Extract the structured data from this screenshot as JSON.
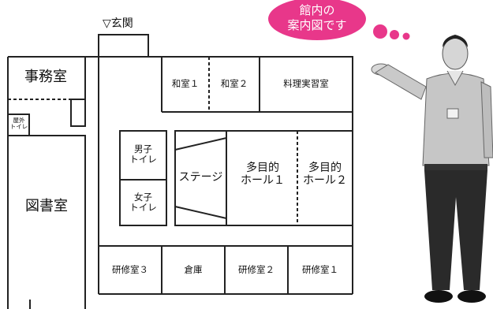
{
  "entrance_label": "▽玄関",
  "rooms": {
    "office": "事務室",
    "outdoor_toilet": "屋外\nトイレ",
    "library": "図書室",
    "japanese_room_1": "和室１",
    "japanese_room_2": "和室２",
    "cooking_room": "料理実習室",
    "mens_toilet": "男子\nトイレ",
    "womens_toilet": "女子\nトイレ",
    "stage": "ステージ",
    "hall_1": "多目的\nホール１",
    "hall_2": "多目的\nホール２",
    "training_room_3": "研修室３",
    "storage": "倉庫",
    "training_room_2": "研修室２",
    "training_room_1": "研修室１"
  },
  "speech_bubble": {
    "line1": "館内の",
    "line2": "案内図です",
    "color": "#e8378a"
  },
  "guide_person": {
    "description_icon": "person-icon"
  }
}
